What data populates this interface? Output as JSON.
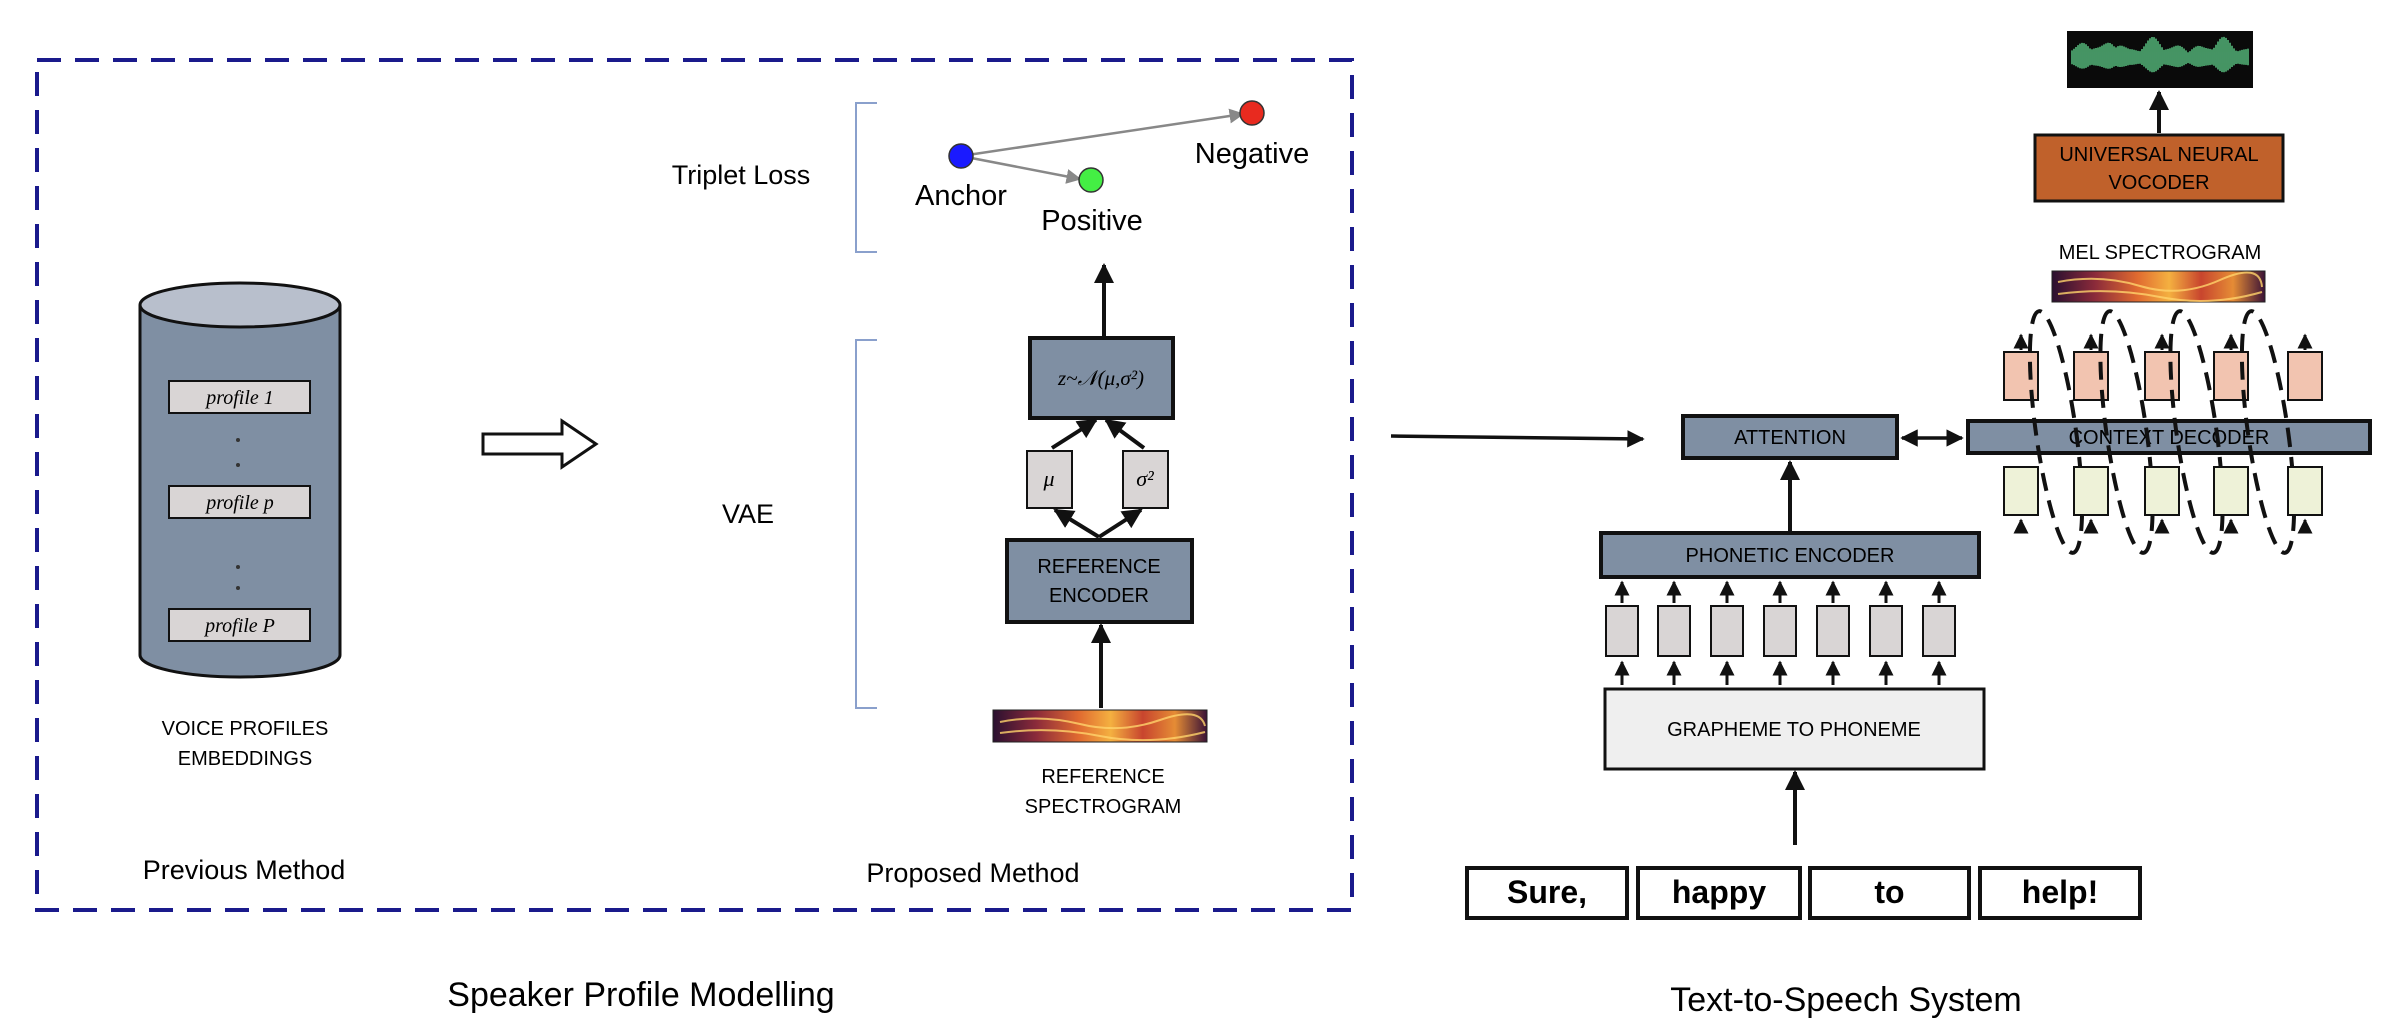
{
  "diagram": {
    "labels": {
      "previous_method": "Previous Method",
      "proposed_method": "Proposed Method",
      "speaker_profile_modelling": "Speaker Profile Modelling",
      "tts_system": "Text-to-Speech System",
      "voice_profiles_line1": "VOICE PROFILES",
      "voice_profiles_line2": "EMBEDDINGS",
      "triplet_loss": "Triplet Loss",
      "vae": "VAE"
    },
    "profiles": [
      "profile 1",
      "profile p",
      "profile P"
    ],
    "triplet": {
      "anchor": "Anchor",
      "positive": "Positive",
      "negative": "Negative"
    },
    "vae_blocks": {
      "latent": "z~ᵊ(μ,σ²)",
      "mu": "μ",
      "sigma": "σ²",
      "ref_encoder_line1": "REFERENCE",
      "ref_encoder_line2": "ENCODER",
      "ref_spec_line1": "REFERENCE",
      "ref_spec_line2": "SPECTROGRAM"
    },
    "tts_blocks": {
      "attention": "ATTENTION",
      "phonetic_encoder": "PHONETIC ENCODER",
      "g2p": "GRAPHEME TO PHONEME",
      "context_decoder": "CONTEXT DECODER",
      "mel_spectrogram": "MEL SPECTROGRAM",
      "vocoder_line1": "UNIVERSAL NEURAL",
      "vocoder_line2": "VOCODER"
    },
    "input_words": [
      "Sure,",
      "happy",
      "to",
      "help!"
    ],
    "colors": {
      "dashed_border": "#1a1a8c",
      "block_fill": "#7f8fa3",
      "cylinder_fill": "#7f8fa3",
      "cylinder_top": "#b8bfcc",
      "small_box": "#d9d5d5",
      "g2p_fill": "#efefef",
      "decoder_out": "#f2c4b0",
      "decoder_in": "#eef2d8",
      "vocoder": "#c0612b",
      "anchor": "#1a1aff",
      "positive": "#44ee44",
      "negative": "#e82a1f",
      "waveform": "#5fd08a"
    }
  }
}
